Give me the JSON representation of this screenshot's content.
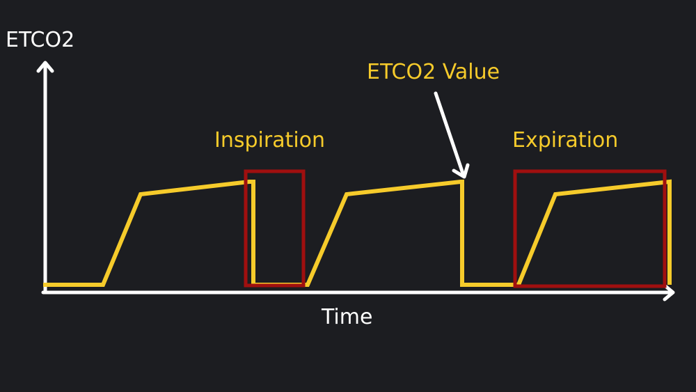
{
  "title": "Capnography waveform diagram",
  "axes": {
    "y_label": "ETCO2",
    "x_label": "Time"
  },
  "annotations": {
    "inspiration": "Inspiration",
    "expiration": "Expiration",
    "etco2_value": "ETCO2 Value"
  },
  "colors": {
    "background": "#1c1d21",
    "waveform": "#f6cb2b",
    "highlight_box": "#a00f0f",
    "axes": "#ffffff"
  },
  "waveform_points": [
    [
      62,
      409
    ],
    [
      148,
      409
    ],
    [
      202,
      279
    ],
    [
      358,
      261
    ],
    [
      362,
      261
    ],
    [
      364,
      409
    ],
    [
      442,
      409
    ],
    [
      498,
      279
    ],
    [
      662,
      261
    ],
    [
      664,
      409
    ],
    [
      745,
      409
    ],
    [
      798,
      279
    ],
    [
      962,
      261
    ],
    [
      962,
      409
    ]
  ]
}
